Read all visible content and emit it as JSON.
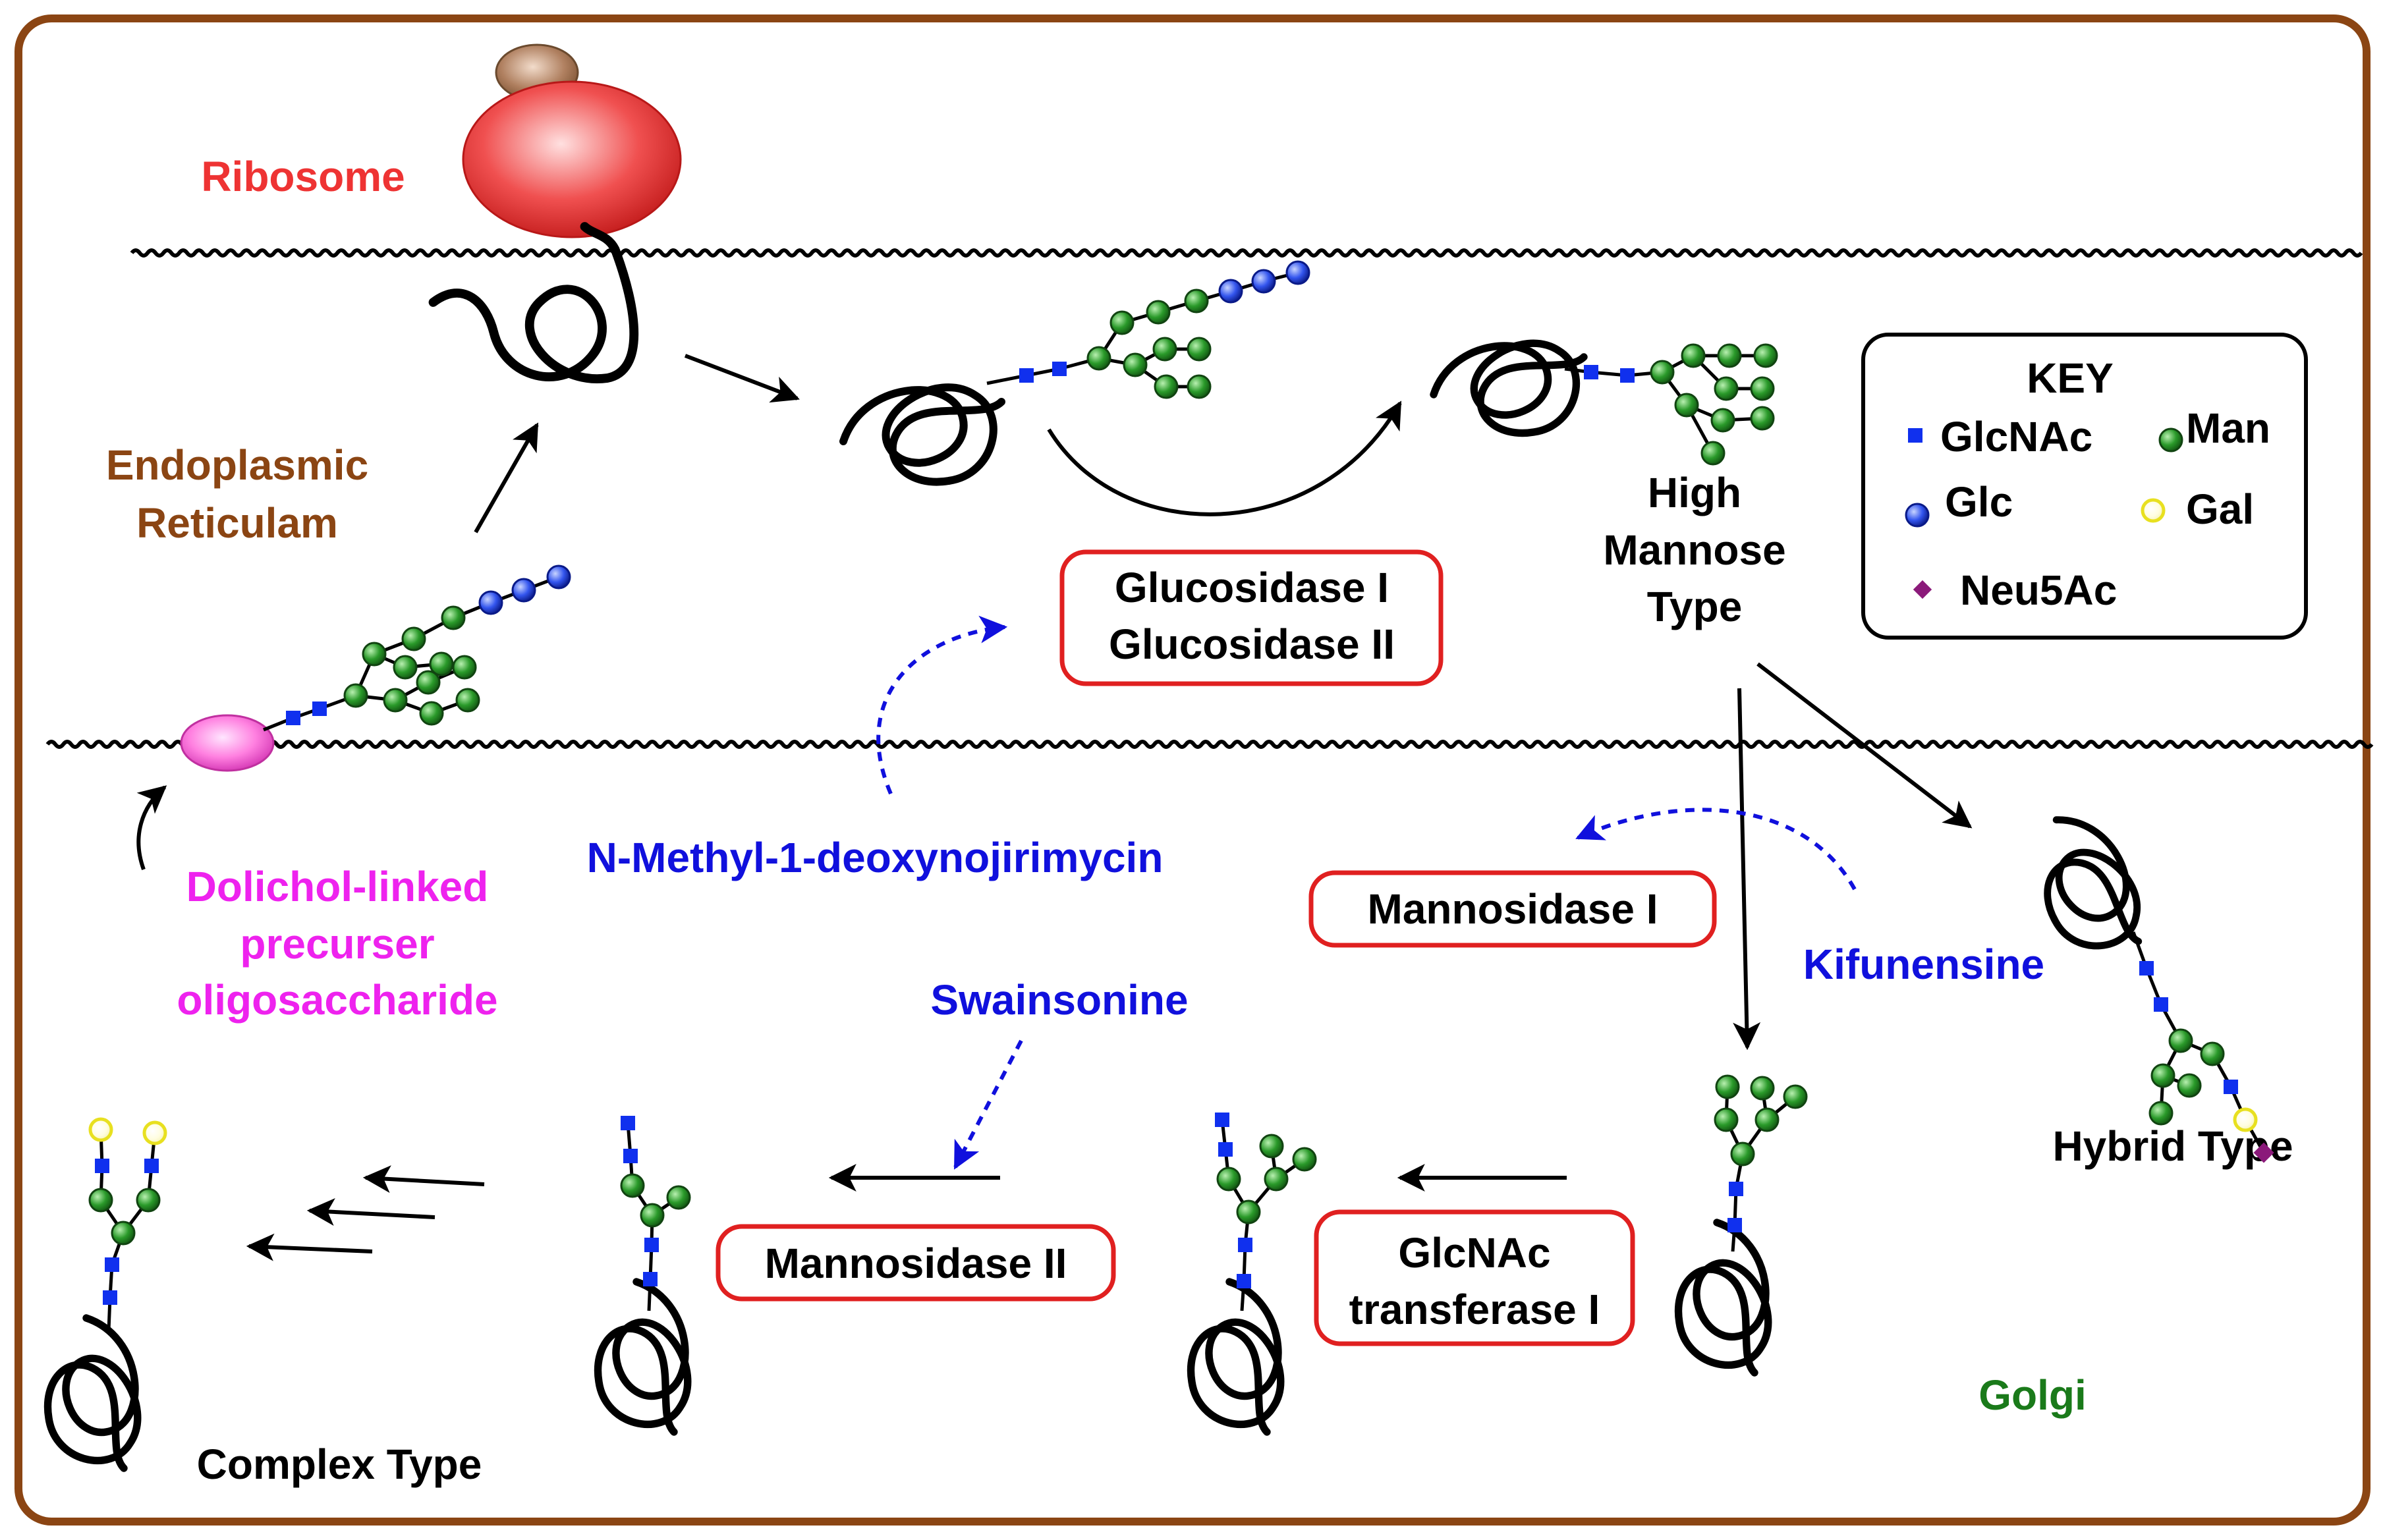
{
  "labels": {
    "ribosome": "Ribosome",
    "er_line1": "Endoplasmic",
    "er_line2": "Reticulam",
    "dolichol_line1": "Dolichol-linked",
    "dolichol_line2": "precurser",
    "dolichol_line3": "oligosaccharide",
    "high_mannose_line1": "High",
    "high_mannose_line2": "Mannose",
    "high_mannose_line3": "Type",
    "hybrid_type": "Hybrid Type",
    "complex_type": "Complex Type",
    "golgi": "Golgi"
  },
  "enzymes": {
    "glucosidase_line1": "Glucosidase I",
    "glucosidase_line2": "Glucosidase II",
    "mannosidase_1": "Mannosidase I",
    "mannosidase_2": "Mannosidase II",
    "glcnac_line1": "GlcNAc",
    "glcnac_line2": "transferase I"
  },
  "inhibitors": {
    "nmethyl": "N-Methyl-1-deoxynojirimycin",
    "kifunensine": "Kifunensine",
    "swainsonine": "Swainsonine"
  },
  "key": {
    "title": "KEY",
    "glcnac": "GlcNAc",
    "man": "Man",
    "glc": "Glc",
    "gal": "Gal",
    "neu5ac": "Neu5Ac"
  },
  "colors": {
    "frame": "#8B4513",
    "ribosome": "#EE3333",
    "er_label": "#8B4513",
    "dolichol": "#EE22EE",
    "inhibitor": "#1010DD",
    "enzyme_box": "#E02020",
    "golgi": "#1A7A1A",
    "glcnac": "#1030EE",
    "man": "#2A9A2A",
    "glc": "#3355EE",
    "gal": "#EEEE22",
    "neu5ac": "#8B1A7A"
  }
}
